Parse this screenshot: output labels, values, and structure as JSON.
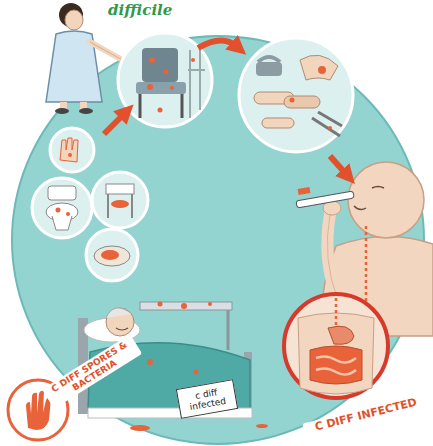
{
  "diagram": {
    "nodes": [
      {
        "text": [
          "C DIFF SPORES & BACTERIA"
        ]
      },
      {
        "text": [
          "C DIFF INFECTED"
        ]
      },
      {
        "text": [
          "c diff infected"
        ]
      }
    ],
    "labels": [
      "difficile"
    ]
  }
}
